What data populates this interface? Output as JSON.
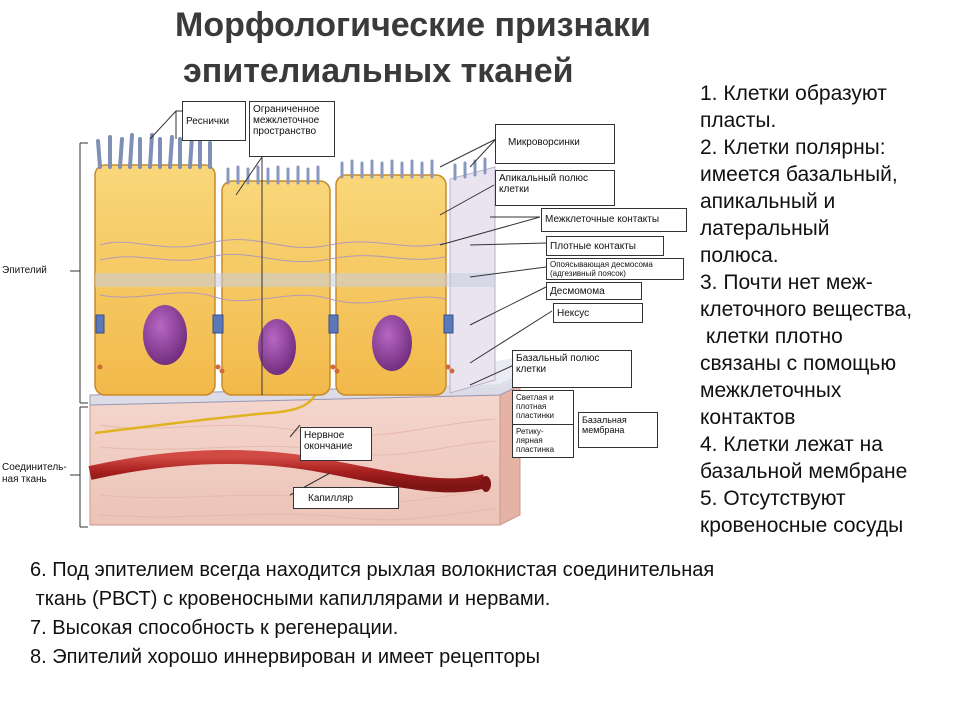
{
  "title": {
    "line1": "Морфологические признаки",
    "line2": "эпителиальных тканей"
  },
  "labels": {
    "cilia": "Реснички",
    "limited_space": "Ограниченное межклеточное пространство",
    "microvilli": "Микроворсинки",
    "apical_pole": "Апикальный полюс клетки",
    "intercellular_contacts": "Межклеточные контакты",
    "tight_junctions": "Плотные контакты",
    "adhesion_desmosome": "Опоясывающая десмосома (адгезивный поясок)",
    "desmosome": "Десмомома",
    "nexus": "Нексус",
    "basal_pole": "Базальный полюс клетки",
    "light_dense_plates": "Светлая и плотная пластинки",
    "reticular_plate": "Ретику-лярная пластинка",
    "basal_membrane": "Базальная мембрана",
    "nerve_ending": "Нервное окончание",
    "capillary": "Капилляр",
    "epithelium": "Эпителий",
    "connective_tissue": "Соединитель-ная ткань"
  },
  "right_list": [
    "1. Клетки образуют",
    "пласты.",
    "2. Клетки полярны:",
    "имеется базальный,",
    "апикальный и",
    "латеральный",
    "полюса.",
    "3. Почти нет меж-",
    "клеточного вещества,",
    " клетки плотно",
    "связаны с помощью",
    "межклеточных",
    "контактов",
    "4. Клетки лежат на",
    "базальной мембране",
    "5. Отсутствуют",
    "кровеносные сосуды"
  ],
  "bottom_list": [
    "6. Под эпителием всегда находится рыхлая волокнистая соединительная",
    " ткань (РВСТ) с кровеносными капиллярами и нервами.",
    "7. Высокая способность к регенерации.",
    "8. Эпителий хорошо иннервирован и имеет рецепторы"
  ],
  "colors": {
    "cell_fill": "#f6c55a",
    "cell_edge": "#c98a2a",
    "cilia": "#7f8fb6",
    "nucleus": "#8a3f96",
    "connective": "#f2cfc4",
    "capillary": "#b3282a",
    "nerve": "#e0b222",
    "membrane": "#d9d9e8"
  }
}
